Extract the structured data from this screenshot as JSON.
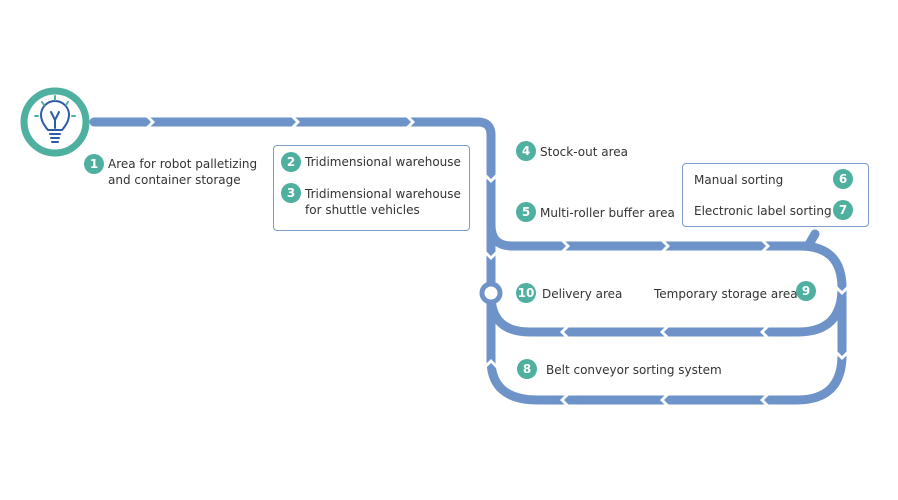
{
  "colors": {
    "track": "#6e93c8",
    "badge": "#4fb0a0",
    "icon_ring": "#4fb0a0",
    "icon_bulb": "#2e5aa8",
    "text": "#333333",
    "box_border": "#7b9dc8"
  },
  "icon": "lightbulb-icon",
  "steps": [
    {
      "num": "1",
      "label_line1": "Area for robot palletizing",
      "label_line2": "and container storage"
    },
    {
      "num": "2",
      "label": "Tridimensional warehouse"
    },
    {
      "num": "3",
      "label_line1": "Tridimensional warehouse",
      "label_line2": "for shuttle vehicles"
    },
    {
      "num": "4",
      "label": "Stock-out area"
    },
    {
      "num": "5",
      "label": "Multi-roller buffer area"
    },
    {
      "num": "6",
      "label": "Manual sorting"
    },
    {
      "num": "7",
      "label": "Electronic label sorting"
    },
    {
      "num": "8",
      "label": "Belt conveyor sorting system"
    },
    {
      "num": "9",
      "label": "Temporary storage area"
    },
    {
      "num": "10",
      "label": "Delivery area"
    }
  ]
}
